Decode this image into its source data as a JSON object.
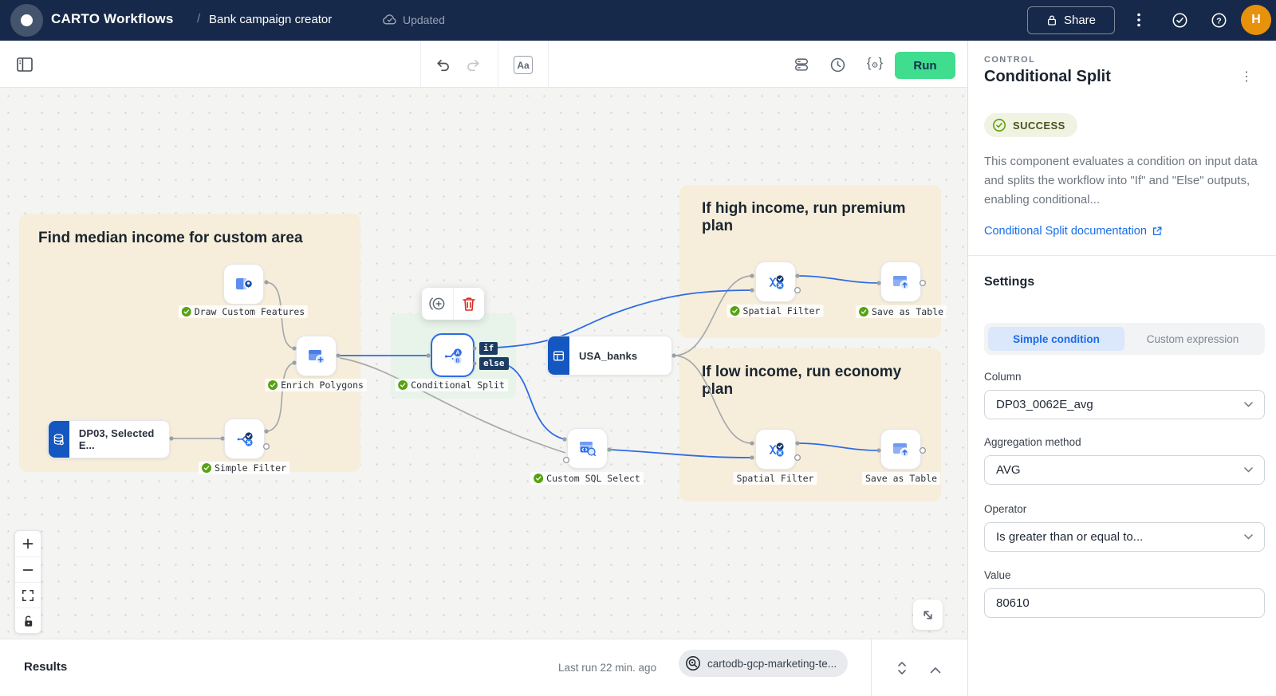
{
  "topbar": {
    "app_name": "CARTO Workflows",
    "separator": "/",
    "workflow_name": "Bank campaign creator",
    "sync_status": "Updated",
    "share_label": "Share",
    "avatar_initial": "H"
  },
  "toolbar": {
    "aa_label": "Aa",
    "run_label": "Run"
  },
  "canvas": {
    "annotations": [
      {
        "title": "Find median income for custom area"
      },
      {
        "title": "If high income, run premium plan"
      },
      {
        "title": "If low income, run economy plan"
      }
    ],
    "nodes": {
      "draw_custom_features": {
        "label": "Draw Custom Features"
      },
      "enrich_polygons": {
        "label": "Enrich Polygons"
      },
      "dp03_source": {
        "label": "DP03, Selected E..."
      },
      "simple_filter": {
        "label": "Simple Filter"
      },
      "conditional_split": {
        "label": "Conditional Split",
        "if_label": "if",
        "else_label": "else"
      },
      "usa_banks": {
        "label": "USA_banks"
      },
      "custom_sql_select": {
        "label": "Custom SQL Select"
      },
      "spatial_filter_top": {
        "label": "Spatial Filter"
      },
      "save_as_table_top": {
        "label": "Save as Table"
      },
      "spatial_filter_bottom": {
        "label": "Spatial Filter"
      },
      "save_as_table_bottom": {
        "label": "Save as Table"
      }
    }
  },
  "panel": {
    "kicker": "CONTROL",
    "title": "Conditional Split",
    "status": "SUCCESS",
    "description": "This component evaluates a condition on input data and splits the workflow into \"If\" and \"Else\" outputs, enabling conditional...",
    "doc_link": "Conditional Split documentation",
    "settings_title": "Settings",
    "tabs": [
      {
        "label": "Simple condition"
      },
      {
        "label": "Custom expression"
      }
    ],
    "column": {
      "label": "Column",
      "value": "DP03_0062E_avg"
    },
    "aggregation": {
      "label": "Aggregation method",
      "value": "AVG"
    },
    "operator": {
      "label": "Operator",
      "value": "Is greater than or equal to..."
    },
    "value": {
      "label": "Value",
      "value": "80610"
    }
  },
  "results": {
    "title": "Results",
    "last_run": "Last run 22 min. ago",
    "connection": "cartodb-gcp-marketing-te..."
  },
  "colors": {
    "accent_blue": "#2d6ce4",
    "run_green": "#40dd8e",
    "topbar_navy": "#17294a",
    "annotation_tan": "#f6eedb",
    "selection_green": "#e8f3e9",
    "success_green": "#5d9c06",
    "error_red": "#d93025",
    "avatar_orange": "#e8920c"
  }
}
